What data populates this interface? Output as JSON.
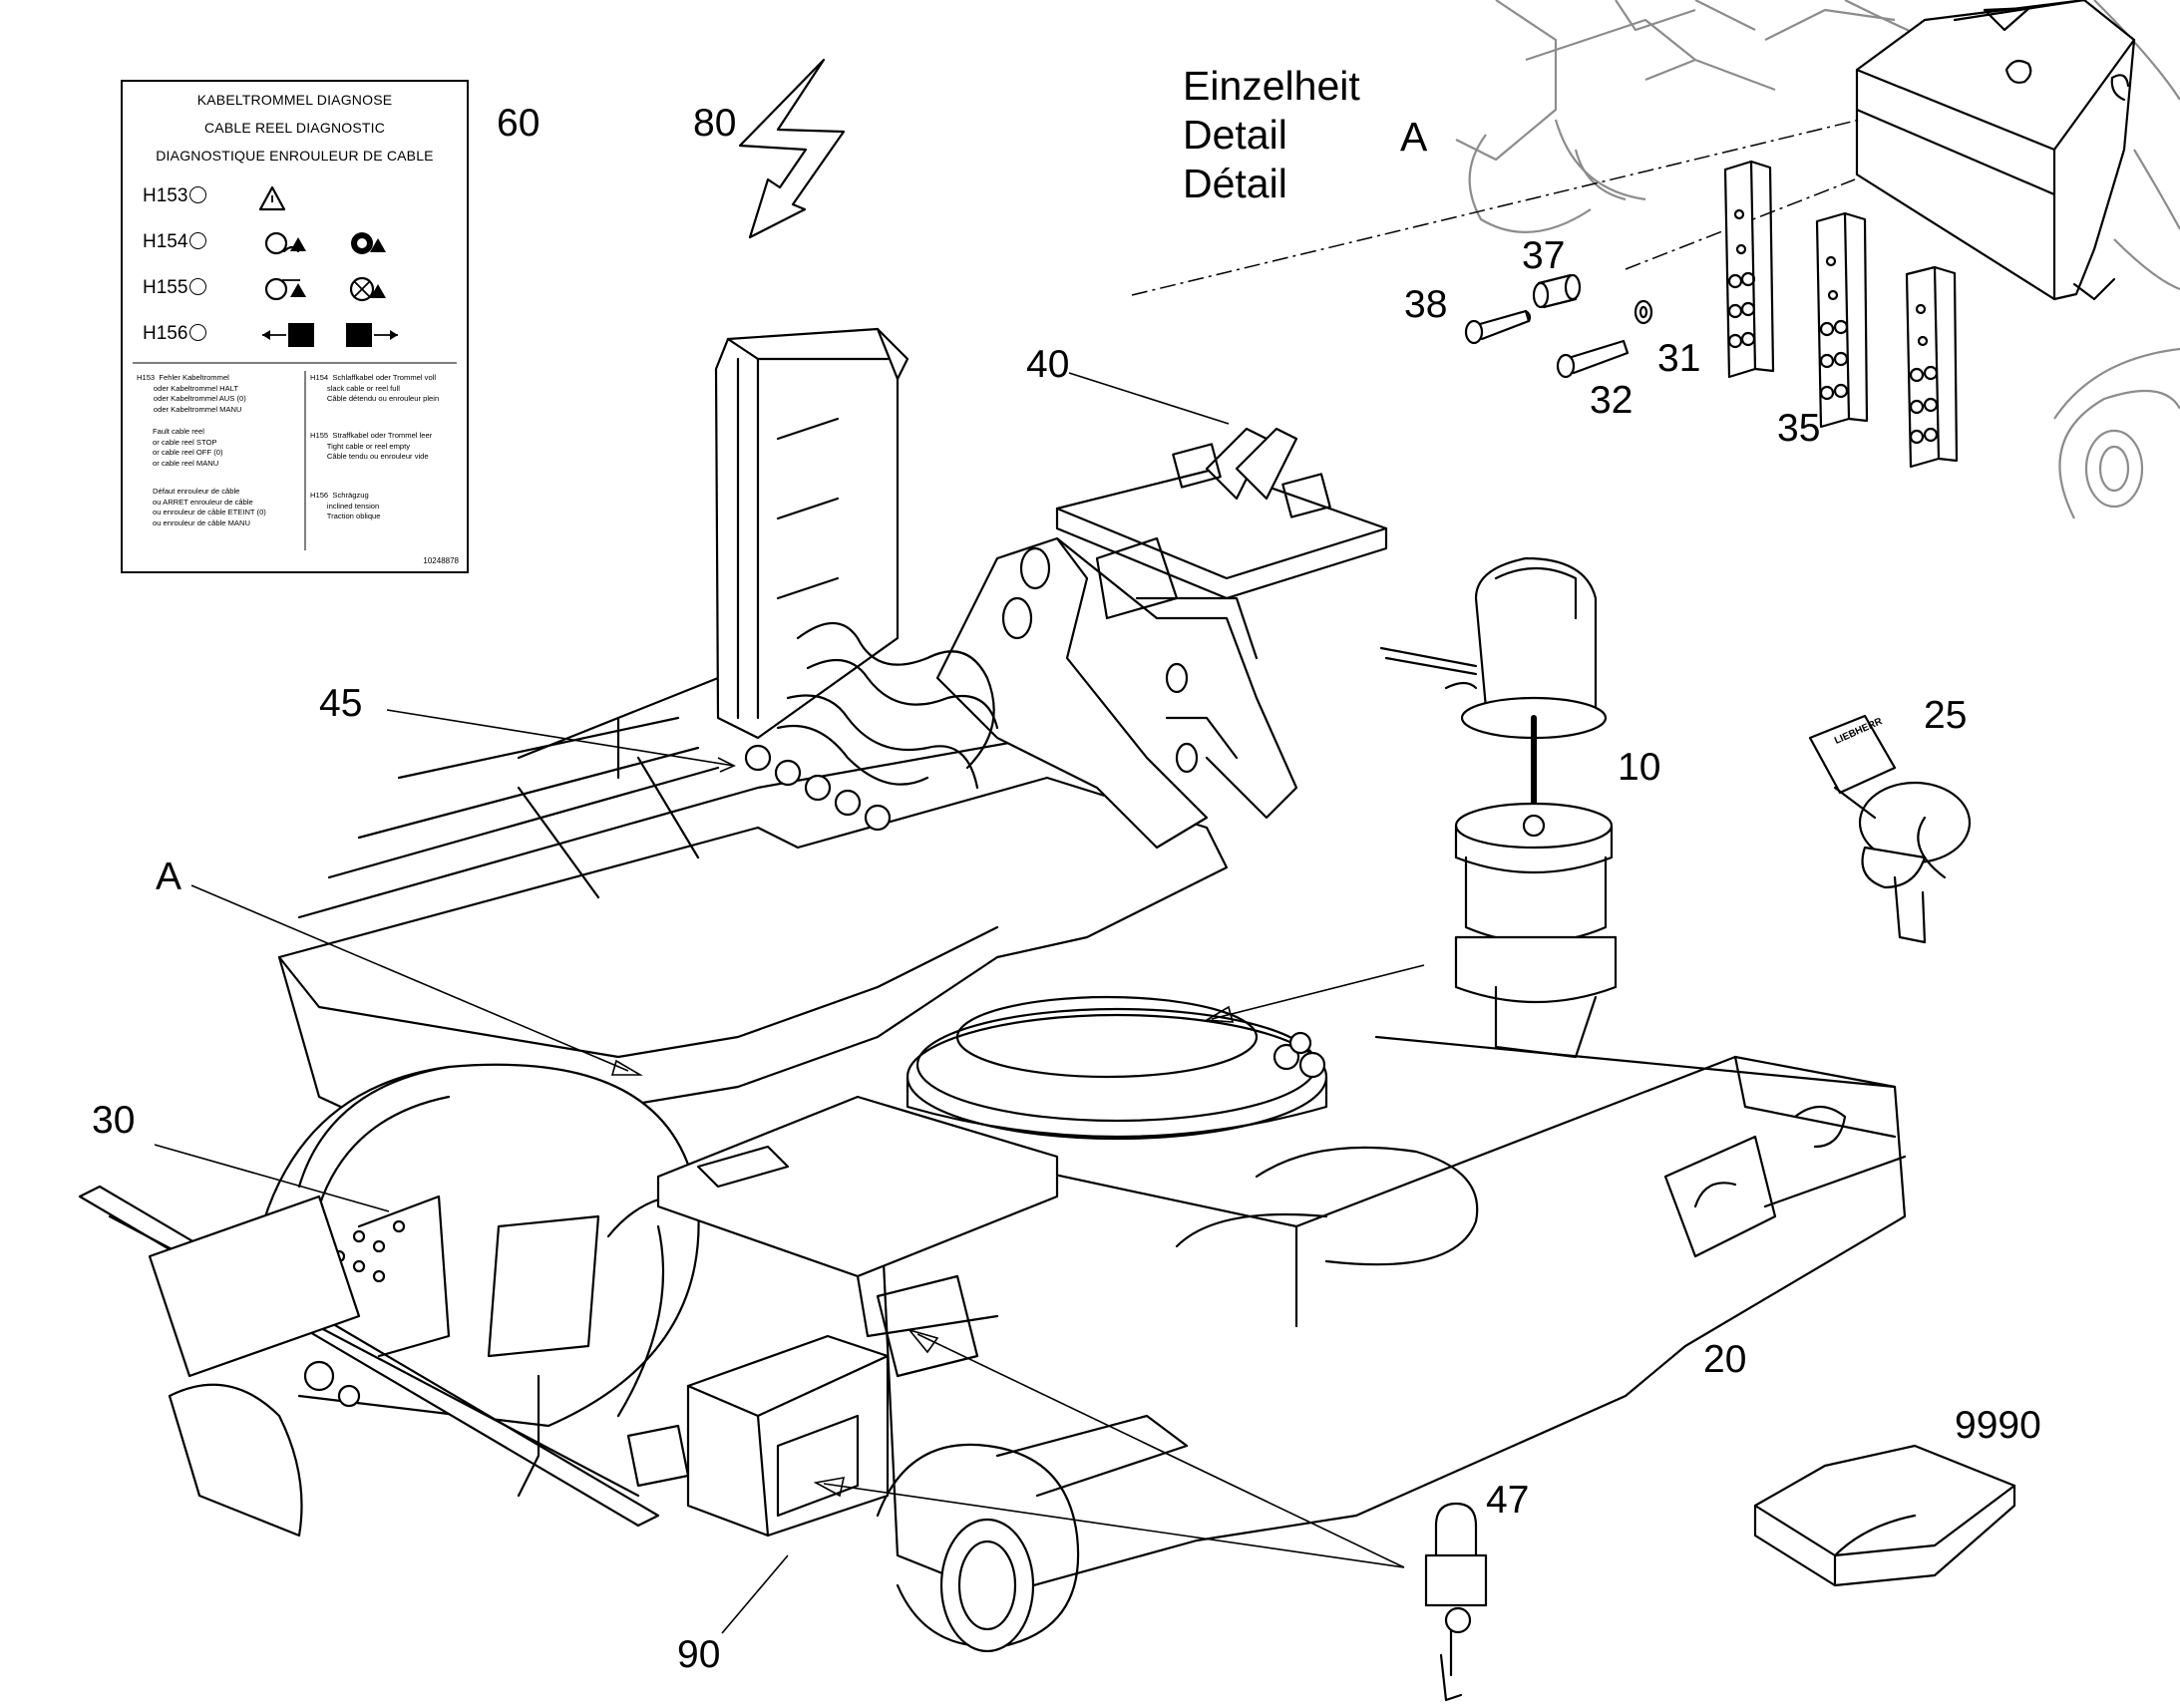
{
  "card": {
    "title_de": "KABELTROMMEL DIAGNOSE",
    "title_en": "CABLE REEL DIAGNOSTIC",
    "title_fr": "DIAGNOSTIQUE ENROULEUR DE CABLE",
    "rows": [
      "H153",
      "H154",
      "H155",
      "H156"
    ],
    "left_text_1": "H153  Fehler Kabeltrommel\n        oder Kabeltrommel HALT\n        oder Kabeltrommel AUS (0)\n        oder Kabeltrommel MANU",
    "left_text_2": "Fault cable reel\nor cable reel STOP\nor cable reel OFF (0)\nor cable reel MANU",
    "left_text_3": "Défaut enrouleur de câble\nou ARRET enrouleur de câble\nou enrouleur de câble ETEINT (0)\nou enrouleur de câble MANU",
    "right_text_1": "H154  Schlaffkabel oder Trommel voll\n        slack cable or reel full\n        Câble détendu ou enrouleur plein",
    "right_text_2": "H155  Straffkabel oder Trommel leer\n        Tight cable or reel empty\n        Câble tendu ou enrouleur vide",
    "right_text_3": "H156  Schrägzug\n        inclined tension\n        Traction oblique",
    "code": "10248878"
  },
  "detail_title": {
    "line1": "Einzelheit",
    "line2": "Detail",
    "line3": "Détail",
    "letter": "A"
  },
  "callouts": {
    "c60": "60",
    "c80": "80",
    "c37": "37",
    "c38": "38",
    "c31": "31",
    "c32": "32",
    "c35": "35",
    "c40": "40",
    "c45": "45",
    "c10": "10",
    "c25": "25",
    "cA": "A",
    "c30": "30",
    "c20": "20",
    "c9990": "9990",
    "c47": "47",
    "c90": "90"
  },
  "key_tag_text": "LIEBHERR"
}
